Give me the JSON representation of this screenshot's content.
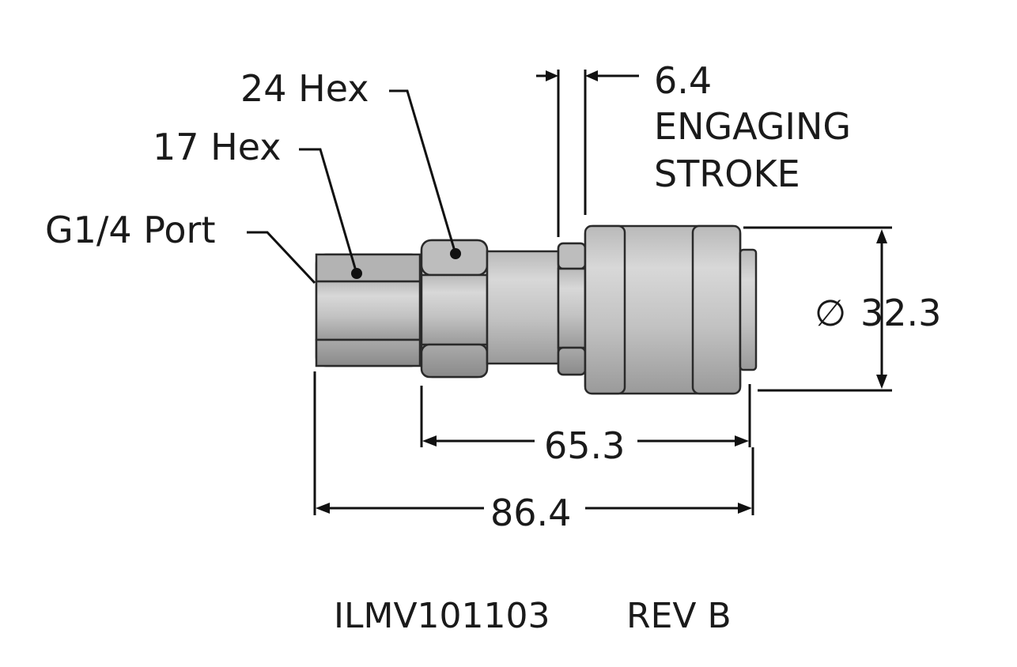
{
  "callouts": {
    "hex24": "24 Hex",
    "hex17": "17 Hex",
    "port": "G1/4 Port"
  },
  "dimensions": {
    "stroke_value": "6.4",
    "stroke_line1": "ENGAGING",
    "stroke_line2": "STROKE",
    "diameter_symbol": "∅",
    "diameter_value": "32.3",
    "length_inner": "65.3",
    "length_overall": "86.4"
  },
  "title_block": {
    "part_number": "ILMV101103",
    "revision": "REV B"
  },
  "colors": {
    "steel_light": "#c9c9c9",
    "steel_mid": "#a9a9a9",
    "steel_dark": "#8c8c8c",
    "line": "#111111"
  }
}
